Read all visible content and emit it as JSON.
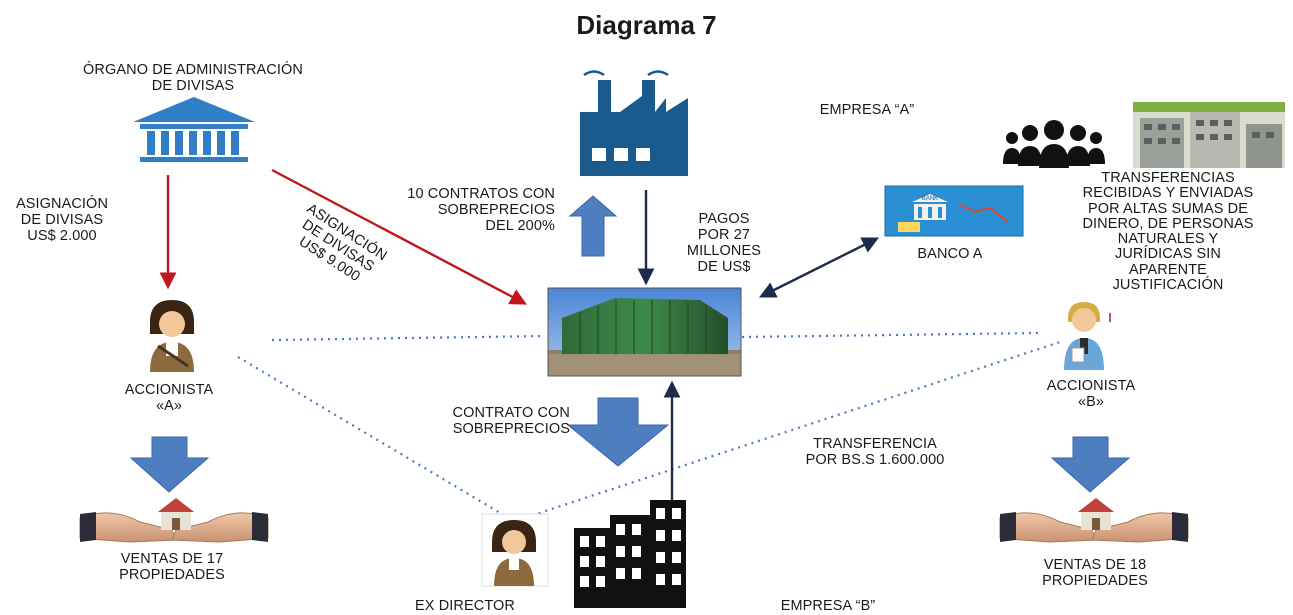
{
  "title": "Diagrama 7",
  "labels": {
    "organo": [
      "ÓRGANO DE ADMINISTRACIÓN",
      "DE DIVISAS"
    ],
    "empresa_a": "EMPRESA “A”",
    "asignacion_left": [
      "ASIGNACIÓN",
      "DE DIVISAS",
      "US$ 2.000"
    ],
    "asignacion_diag": [
      "ASIGNACIÓN",
      "DE DIVISAS",
      "US$ 9.000"
    ],
    "contratos_200": [
      "10 CONTRATOS CON",
      "SOBREPRECIOS",
      "DEL 200%"
    ],
    "pagos": [
      "PAGOS",
      "POR 27",
      "MILLONES",
      "DE US$"
    ],
    "banco_a": "BANCO A",
    "bank_sign": "BANK",
    "transferencias": [
      "TRANSFERENCIAS",
      "RECIBIDAS Y ENVIADAS",
      "POR ALTAS SUMAS DE",
      "DINERO, DE PERSONAS",
      "NATURALES Y",
      "JURÍDICAS SIN",
      "APARENTE",
      "JUSTIFICACIÓN"
    ],
    "accionista_a": [
      "ACCIONISTA",
      "«A»"
    ],
    "accionista_b": [
      "ACCIONISTA",
      "«B»"
    ],
    "contrato_sobreprecios": [
      "CONTRATO CON",
      "SOBREPRECIOS"
    ],
    "transferencia_bs": [
      "TRANSFERENCIA",
      "POR BS.S 1.600.000"
    ],
    "ventas_17": [
      "VENTAS DE 17",
      "PROPIEDADES"
    ],
    "ventas_18": [
      "VENTAS DE 18",
      "PROPIEDADES"
    ],
    "ex_director": "EX DIRECTOR",
    "empresa_b": "EMPRESA “B”"
  },
  "colors": {
    "red_arrow": "#c0161d",
    "navy_arrow": "#1c2c4a",
    "block_arrow": "#4f7ec0",
    "dotted_line": "#4a78c0",
    "factory": "#1b5a8c",
    "institution": "#2f7ec6"
  },
  "icons": [
    "institution-icon",
    "factory-icon",
    "bank-icon",
    "people-group-icon",
    "buildings-photo",
    "warehouse-photo",
    "person-icon",
    "office-building-icon",
    "house-in-hands-icon"
  ]
}
